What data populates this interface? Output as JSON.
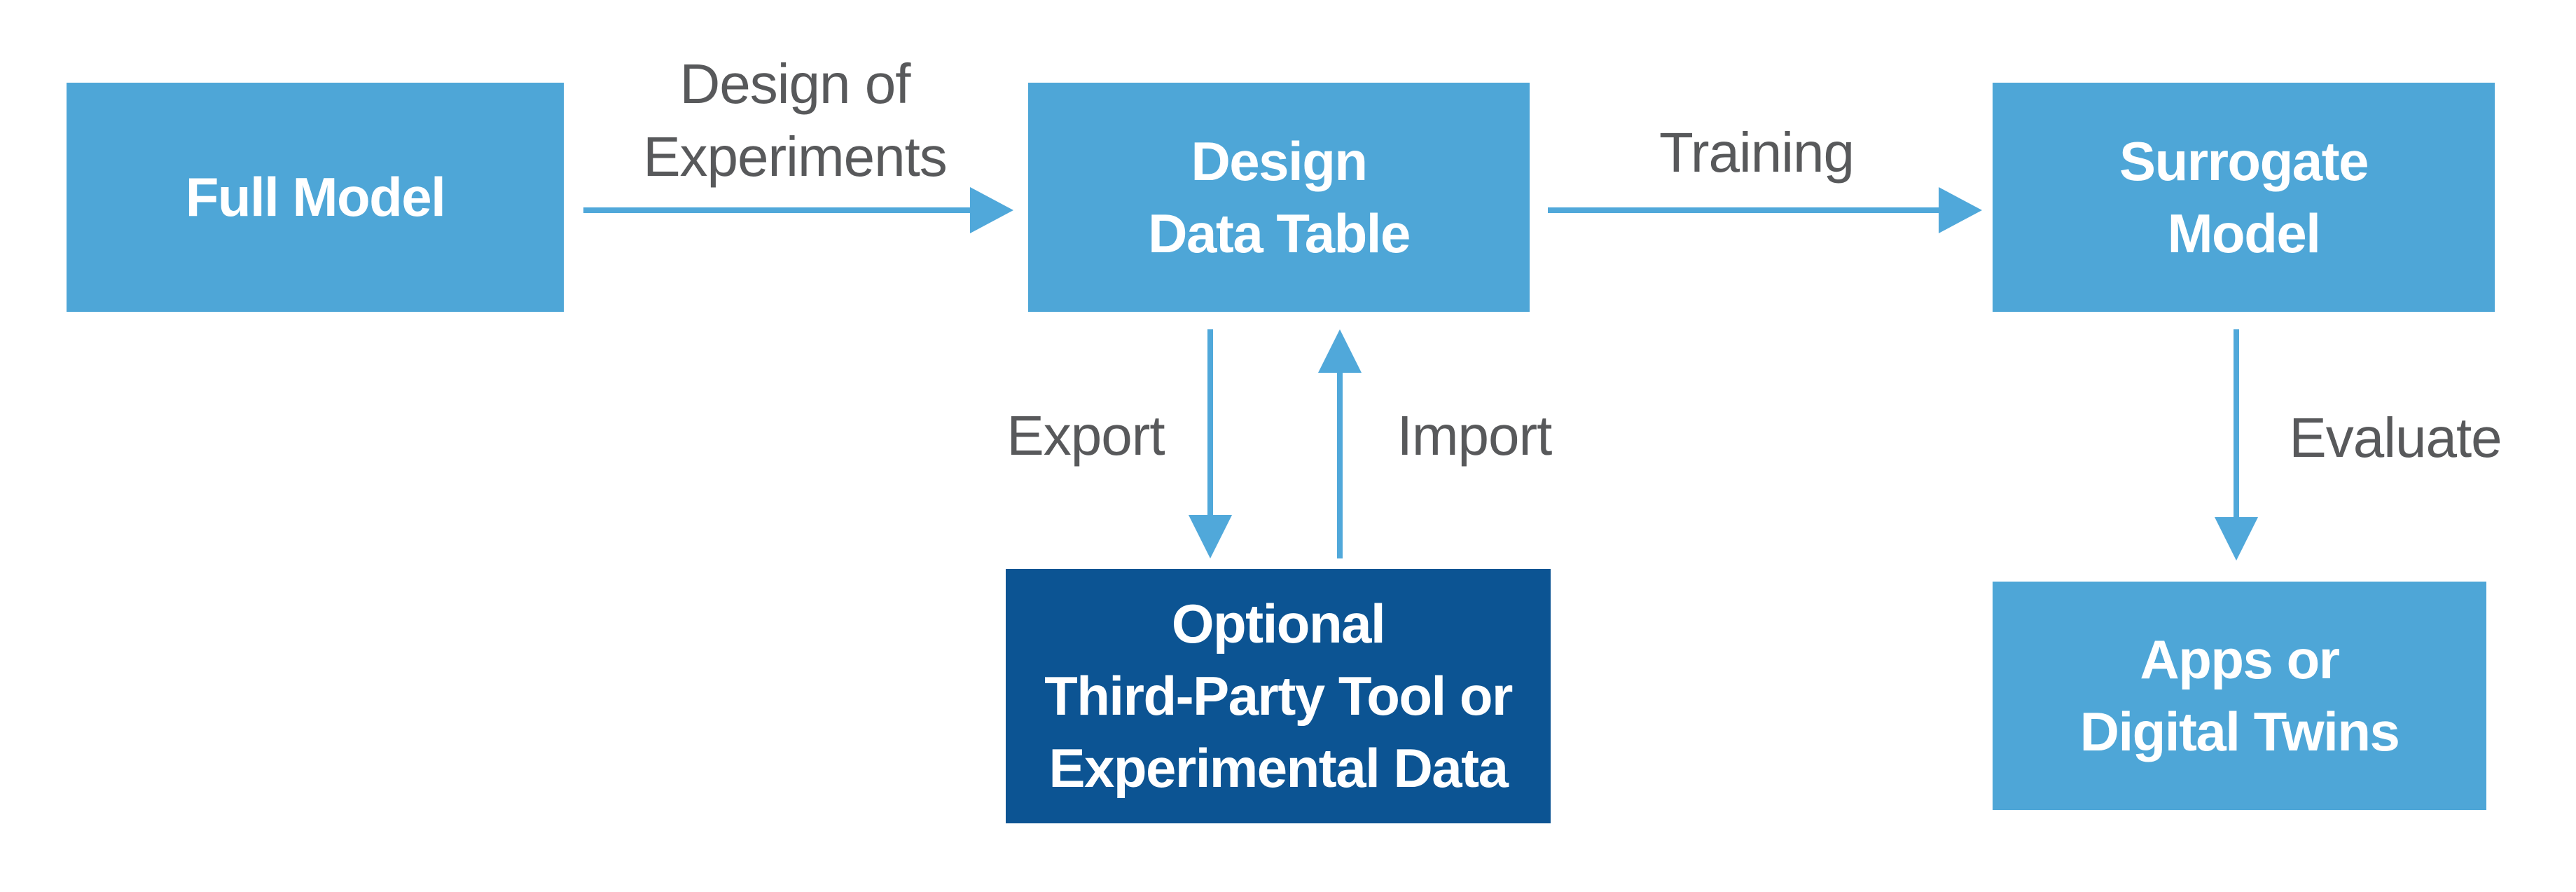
{
  "colors": {
    "box_light": "#4EA6D7",
    "box_dark": "#0C5493",
    "arrow": "#50A8DA",
    "label_text": "#58595B",
    "box_text": "#FFFFFF",
    "background": "#FFFFFF"
  },
  "nodes": {
    "full_model": {
      "label": "Full Model"
    },
    "design_data_table": {
      "label": "Design\nData Table"
    },
    "surrogate_model": {
      "label": "Surrogate\nModel"
    },
    "optional_third_party": {
      "label": "Optional\nThird-Party Tool or\nExperimental Data"
    },
    "apps_digital_twins": {
      "label": "Apps or\nDigital Twins"
    }
  },
  "edges": {
    "design_of_experiments": {
      "label": "Design of\nExperiments"
    },
    "training": {
      "label": "Training"
    },
    "export": {
      "label": "Export"
    },
    "import": {
      "label": "Import"
    },
    "evaluate": {
      "label": "Evaluate"
    }
  }
}
